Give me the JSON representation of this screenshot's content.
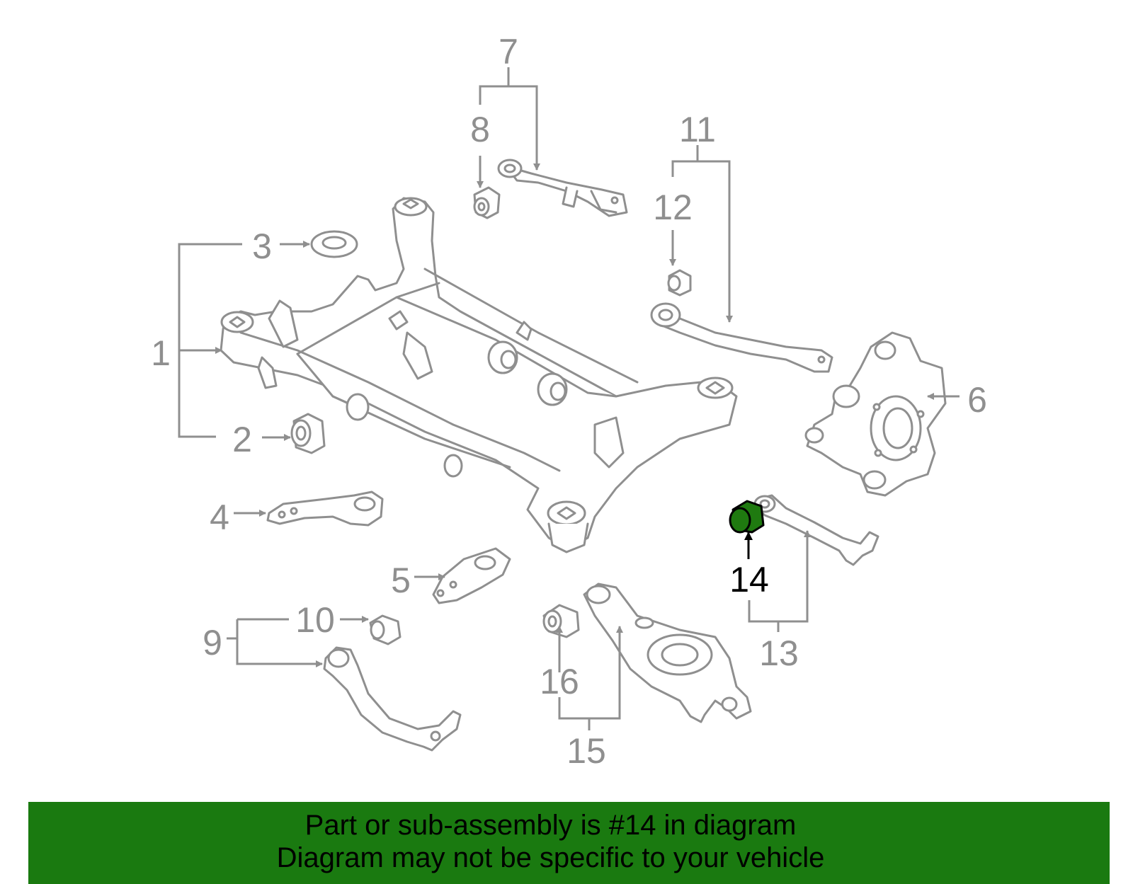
{
  "diagram": {
    "colors": {
      "line": "#8f8f8f",
      "highlight_fill": "#1f7a10",
      "highlight_line": "#000000",
      "banner_bg": "#1a7a10",
      "banner_text": "#000000"
    },
    "callouts": {
      "c1": "1",
      "c2": "2",
      "c3": "3",
      "c4": "4",
      "c5": "5",
      "c6": "6",
      "c7": "7",
      "c8": "8",
      "c9": "9",
      "c10": "10",
      "c11": "11",
      "c12": "12",
      "c13": "13",
      "c14": "14",
      "c15": "15",
      "c16": "16"
    },
    "highlighted_part": "14"
  },
  "banner": {
    "line1": "Part or sub-assembly is #14 in diagram",
    "line2": "Diagram may not be specific to your vehicle"
  }
}
